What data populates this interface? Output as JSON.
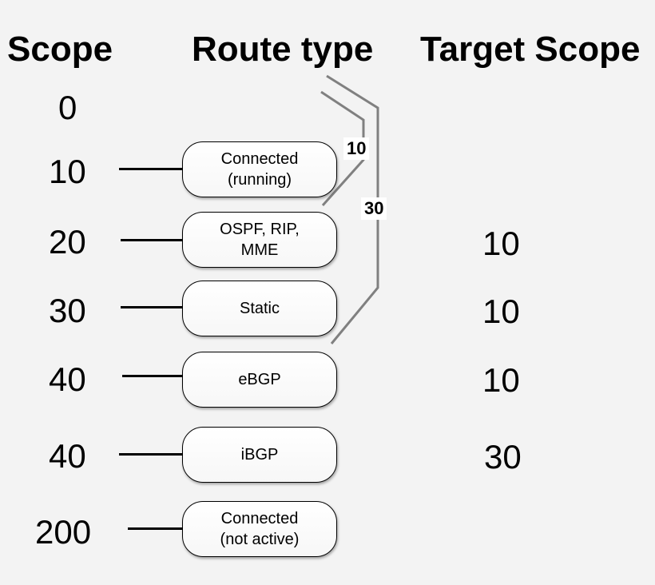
{
  "headers": {
    "scope": "Scope",
    "route_type": "Route type",
    "target_scope": "Target Scope"
  },
  "top_scope": "0",
  "rows": [
    {
      "scope": "10",
      "route": "Connected\n(running)",
      "target": ""
    },
    {
      "scope": "20",
      "route": "OSPF, RIP,\nMME",
      "target": "10"
    },
    {
      "scope": "30",
      "route": "Static",
      "target": "10"
    },
    {
      "scope": "40",
      "route": "eBGP",
      "target": "10"
    },
    {
      "scope": "40",
      "route": "iBGP",
      "target": "30"
    },
    {
      "scope": "200",
      "route": "Connected\n(not active)",
      "target": ""
    }
  ],
  "brackets": {
    "inner_label": "10",
    "outer_label": "30",
    "line_color": "#808080"
  }
}
